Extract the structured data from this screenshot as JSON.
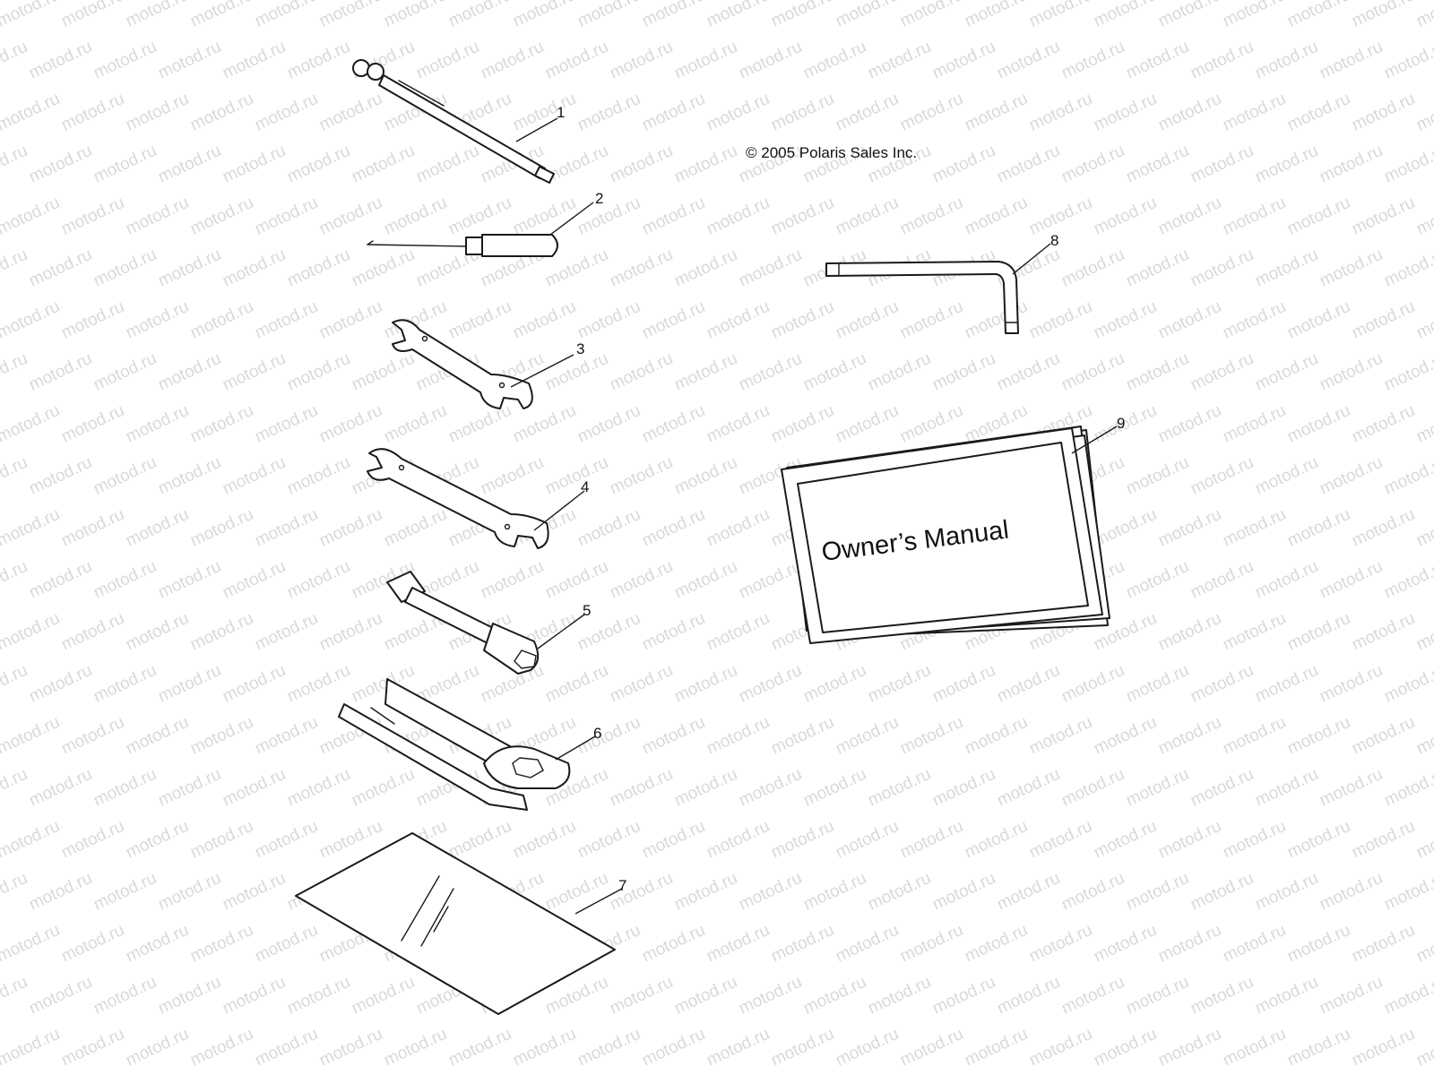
{
  "copyright": "© 2005 Polaris Sales Inc.",
  "watermark": "motod.ru",
  "manual_cover_text": "Owner’s Manual",
  "callouts": [
    {
      "number": "1",
      "part": "tire-pressure-gauge"
    },
    {
      "number": "2",
      "part": "screwdriver"
    },
    {
      "number": "3",
      "part": "open-end-wrench-small"
    },
    {
      "number": "4",
      "part": "open-end-wrench-large"
    },
    {
      "number": "5",
      "part": "spark-plug-socket-wrench"
    },
    {
      "number": "6",
      "part": "tool-bag-pouch-with-wrench"
    },
    {
      "number": "7",
      "part": "plastic-bag"
    },
    {
      "number": "8",
      "part": "hex-key"
    },
    {
      "number": "9",
      "part": "owners-manual"
    }
  ],
  "colors": {
    "line": "#1a1a1a",
    "watermark": "#d9d9d9",
    "background": "#ffffff"
  }
}
